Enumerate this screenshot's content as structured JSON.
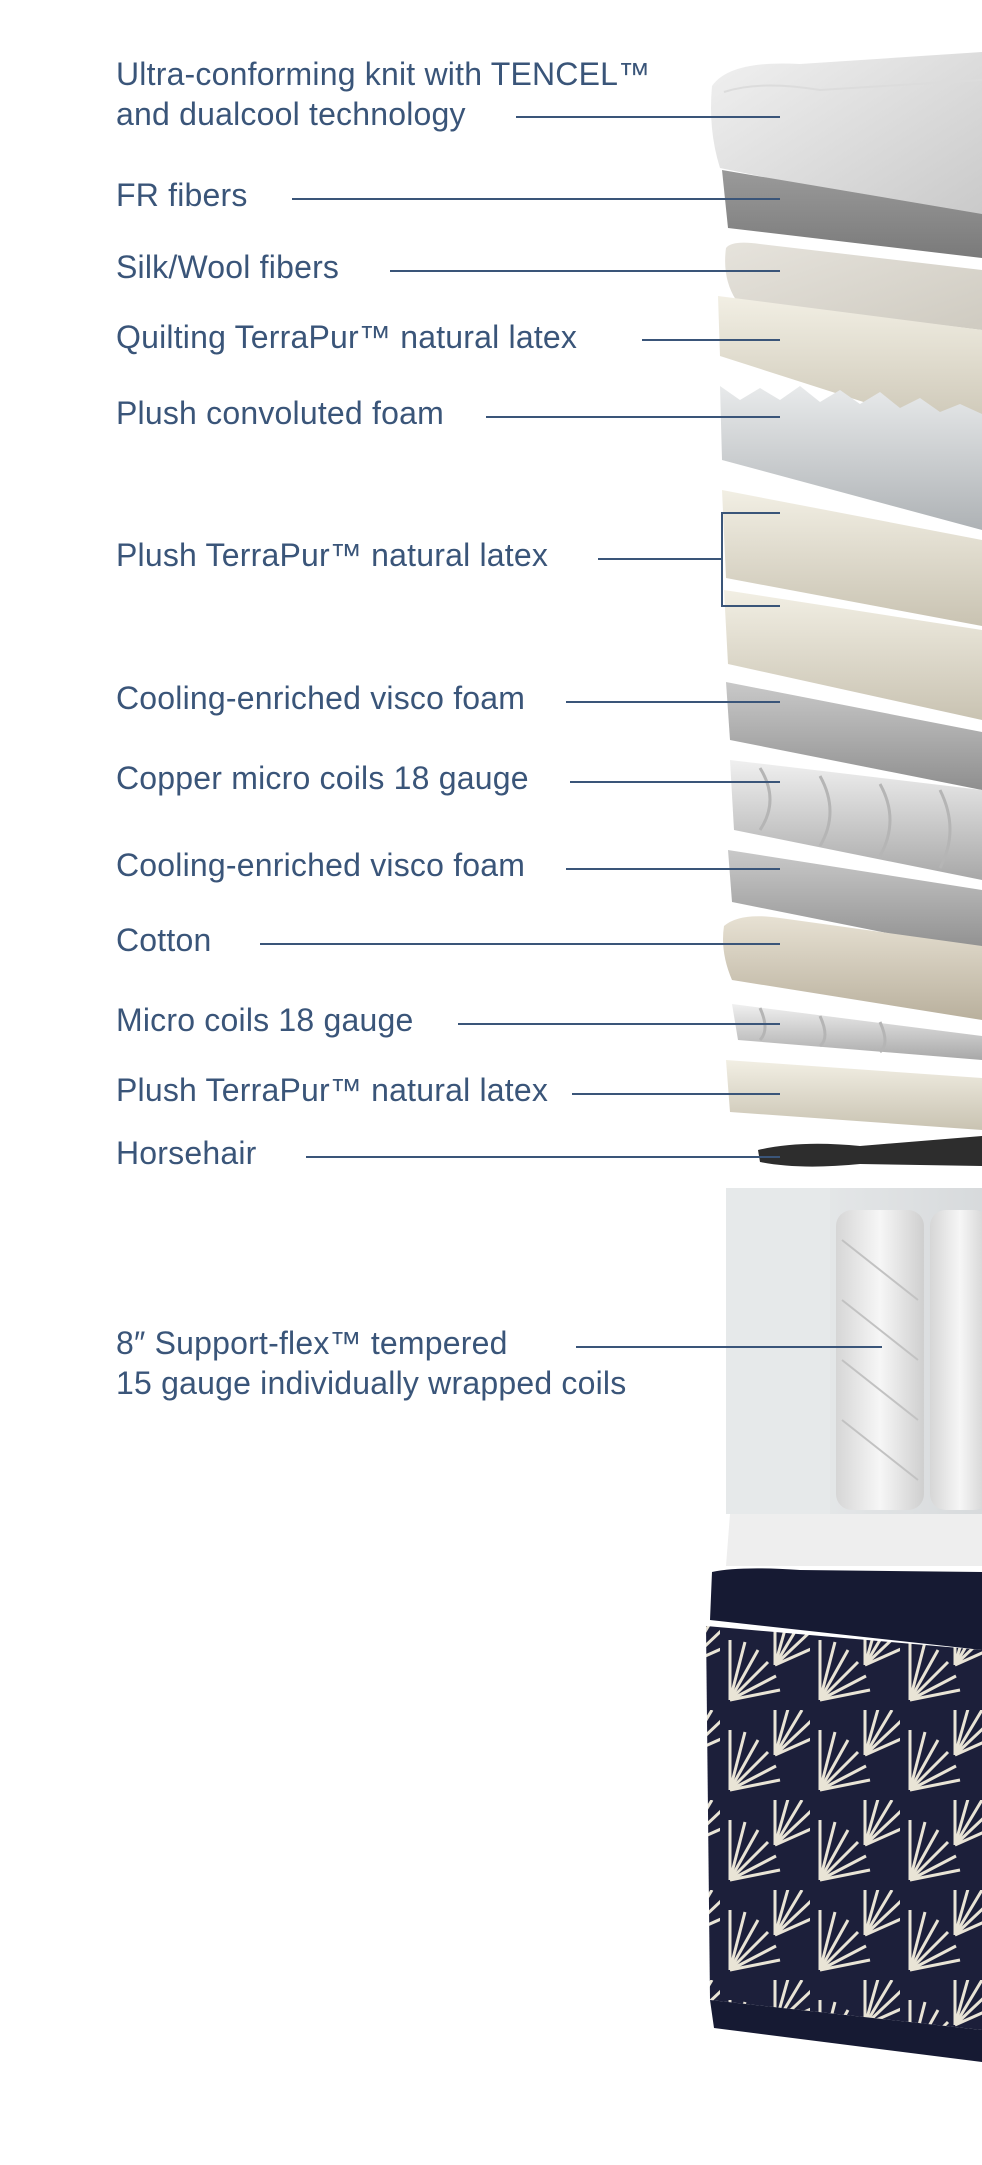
{
  "colors": {
    "label_text": "#3a5579",
    "leader_line": "#3a5579",
    "background": "#ffffff",
    "fabric_navy": "#1c1f3a",
    "fabric_pattern": "#e9e4d6"
  },
  "layers": [
    {
      "id": "knit",
      "lines": [
        "Ultra-conforming knit with TENCEL™",
        "and dualcool technology"
      ]
    },
    {
      "id": "fr",
      "lines": [
        "FR fibers"
      ]
    },
    {
      "id": "silk",
      "lines": [
        "Silk/Wool fibers"
      ]
    },
    {
      "id": "quilt-latex",
      "lines": [
        "Quilting TerraPur™ natural latex"
      ]
    },
    {
      "id": "convoluted",
      "lines": [
        "Plush convoluted foam"
      ]
    },
    {
      "id": "plush-latex-a",
      "lines": [
        "Plush TerraPur™ natural latex"
      ]
    },
    {
      "id": "visco-1",
      "lines": [
        "Cooling-enriched visco foam"
      ]
    },
    {
      "id": "copper",
      "lines": [
        "Copper micro coils 18 gauge"
      ]
    },
    {
      "id": "visco-2",
      "lines": [
        "Cooling-enriched visco foam"
      ]
    },
    {
      "id": "cotton",
      "lines": [
        "Cotton"
      ]
    },
    {
      "id": "micro",
      "lines": [
        "Micro coils 18 gauge"
      ]
    },
    {
      "id": "plush-latex-b",
      "lines": [
        "Plush TerraPur™ natural latex"
      ]
    },
    {
      "id": "horsehair",
      "lines": [
        "Horsehair"
      ]
    },
    {
      "id": "support",
      "lines": [
        "8″ Support-flex™ tempered",
        "15 gauge individually wrapped coils"
      ]
    }
  ]
}
